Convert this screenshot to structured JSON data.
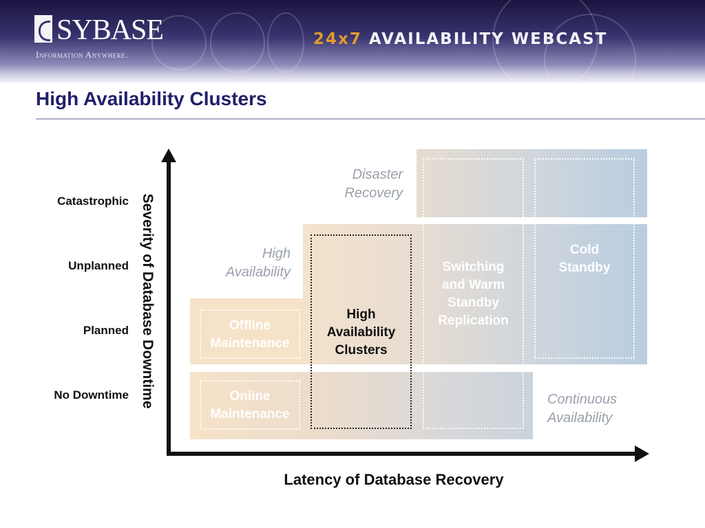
{
  "header": {
    "logo": "SYBASE",
    "tagline": "Information Anywhere.",
    "webcast_prefix": "24x7",
    "webcast_rest": " AVAILABILITY WEBCAST"
  },
  "slide_title": "High Availability Clusters",
  "diagram": {
    "y_axis_title": "Severity of Database Downtime",
    "x_axis_title": "Latency of Database Recovery",
    "y_levels": [
      "Catastrophic",
      "Unplanned",
      "Planned",
      "No Downtime"
    ],
    "categories": {
      "disaster_recovery": [
        "Disaster",
        "Recovery"
      ],
      "high_availability": [
        "High",
        "Availability"
      ],
      "continuous_availability": [
        "Continuous",
        "Availability"
      ]
    },
    "boxes": {
      "offline_maintenance": [
        "Offline",
        "Maintenance"
      ],
      "online_maintenance": [
        "Online",
        "Maintenance"
      ],
      "high_availability_clusters": [
        "High",
        "Availability",
        "Clusters"
      ],
      "switching_warm_standby": [
        "Switching",
        "and Warm",
        "Standby",
        "Replication"
      ],
      "cold_standby": [
        "Cold",
        "Standby"
      ]
    },
    "colors": {
      "title": "#20206a",
      "peach": "#f6e2c8",
      "blue": "#b8cde1",
      "category_text": "#9aa0ac"
    }
  }
}
